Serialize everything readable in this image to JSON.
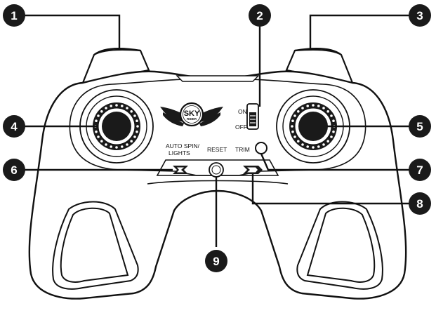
{
  "logo": {
    "line1": "SKY",
    "line2": "RIDER"
  },
  "labels": {
    "on": "ON",
    "off": "OFF",
    "auto_spin_lights_1": "AUTO SPIN/",
    "auto_spin_lights_2": "LIGHTS",
    "reset": "RESET",
    "trim": "TRIM"
  },
  "callouts": [
    "1",
    "2",
    "3",
    "4",
    "5",
    "6",
    "7",
    "8",
    "9"
  ],
  "colors": {
    "line": "#111111",
    "badge": "#1a1a1a",
    "background": "#ffffff"
  }
}
